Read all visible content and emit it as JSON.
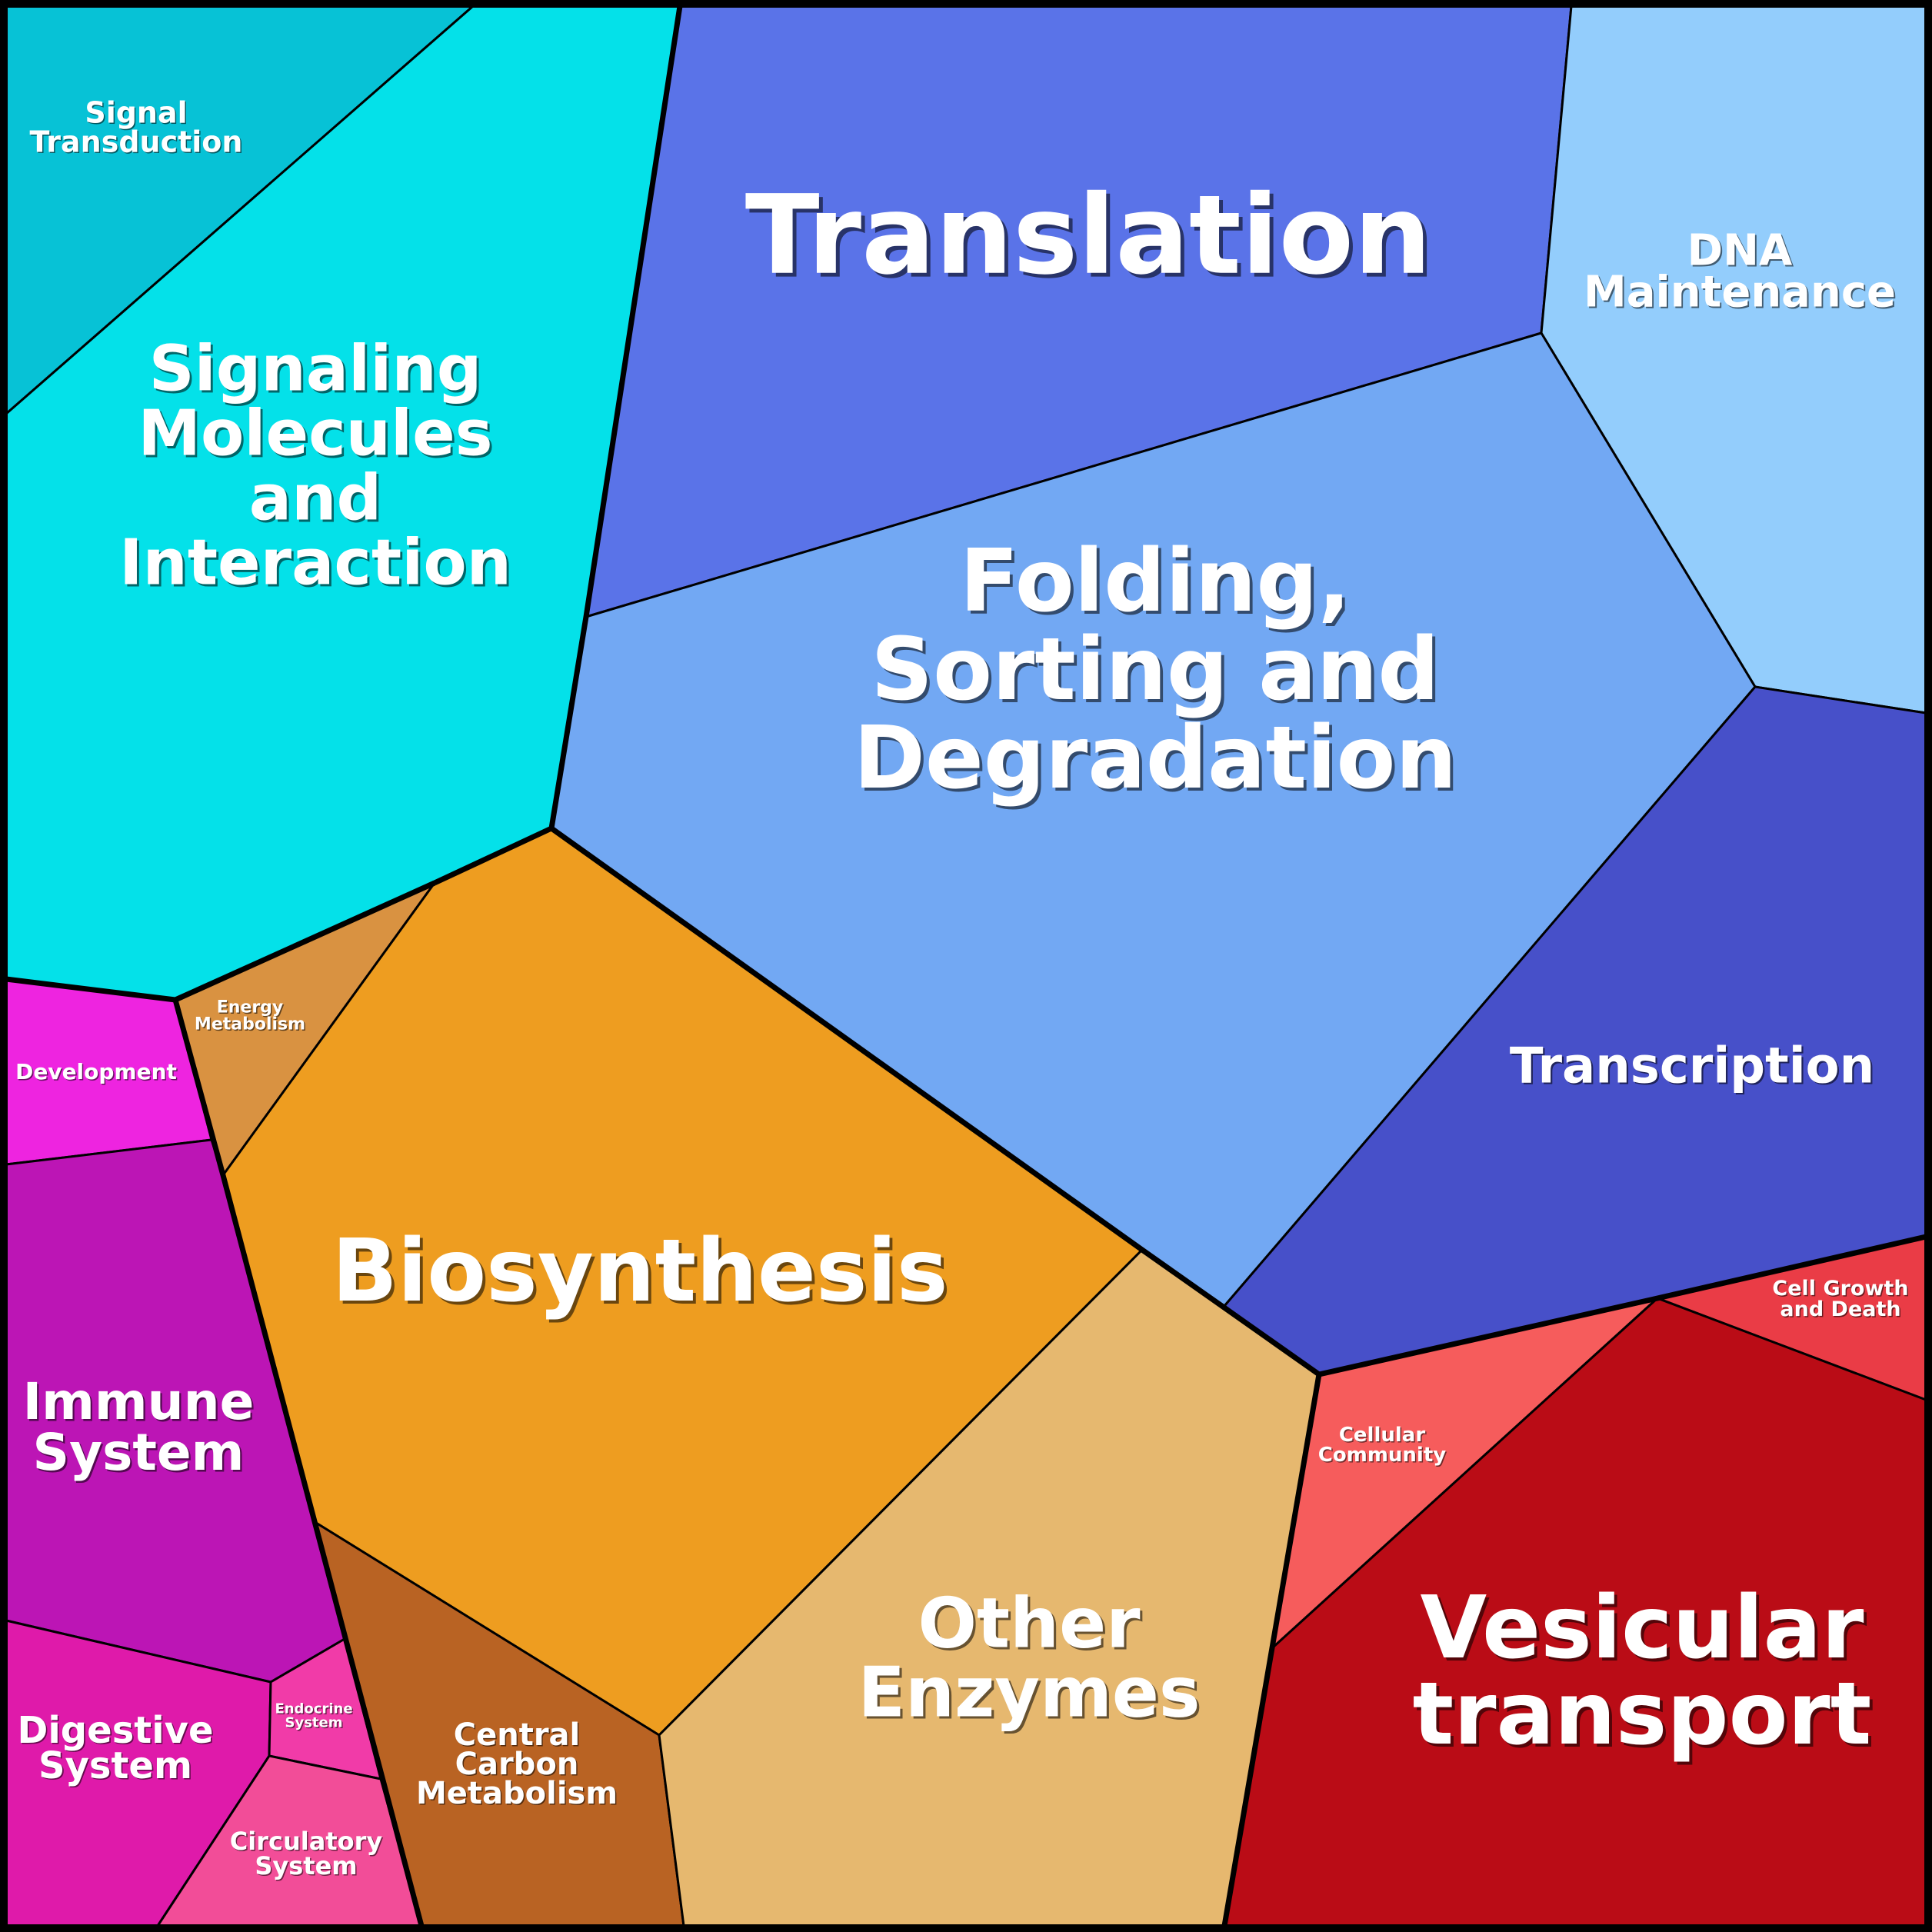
{
  "diagram": {
    "type": "voronoi-treemap",
    "border_color": "#000000",
    "label_color": "#ffffff",
    "cells": [
      {
        "id": "signal-transduction",
        "label": [
          "Signal",
          "Transduction"
        ],
        "color": "#07C2D6"
      },
      {
        "id": "signaling-molecules",
        "label": [
          "Signaling",
          "Molecules",
          "and",
          "Interaction"
        ],
        "color": "#04E1E9"
      },
      {
        "id": "translation",
        "label": [
          "Translation"
        ],
        "color": "#5A73E8"
      },
      {
        "id": "dna-maintenance",
        "label": [
          "DNA",
          "Maintenance"
        ],
        "color": "#93CDFC"
      },
      {
        "id": "folding",
        "label": [
          "Folding,",
          "Sorting and",
          "Degradation"
        ],
        "color": "#72A8F3"
      },
      {
        "id": "transcription",
        "label": [
          "Transcription"
        ],
        "color": "#4750C9"
      },
      {
        "id": "energy-metabolism",
        "label": [
          "Energy",
          "Metabolism"
        ],
        "color": "#D99241"
      },
      {
        "id": "biosynthesis",
        "label": [
          "Biosynthesis"
        ],
        "color": "#EE9D20"
      },
      {
        "id": "development",
        "label": [
          "Development"
        ],
        "color": "#EE24E0"
      },
      {
        "id": "immune-system",
        "label": [
          "Immune",
          "System"
        ],
        "color": "#BC15B5"
      },
      {
        "id": "digestive-system",
        "label": [
          "Digestive",
          "System"
        ],
        "color": "#DF1AAA"
      },
      {
        "id": "endocrine-system",
        "label": [
          "Endocrine",
          "System"
        ],
        "color": "#F13BA8"
      },
      {
        "id": "circulatory-system",
        "label": [
          "Circulatory",
          "System"
        ],
        "color": "#F24D98"
      },
      {
        "id": "central-carbon",
        "label": [
          "Central",
          "Carbon",
          "Metabolism"
        ],
        "color": "#B96323"
      },
      {
        "id": "other-enzymes",
        "label": [
          "Other",
          "Enzymes"
        ],
        "color": "#E6B86F"
      },
      {
        "id": "cellular-community",
        "label": [
          "Cellular",
          "Community"
        ],
        "color": "#F65C5C"
      },
      {
        "id": "cell-growth",
        "label": [
          "Cell Growth",
          "and Death"
        ],
        "color": "#EA3C46"
      },
      {
        "id": "vesicular-transport",
        "label": [
          "Vesicular",
          "transport"
        ],
        "color": "#BA0C16"
      }
    ]
  }
}
